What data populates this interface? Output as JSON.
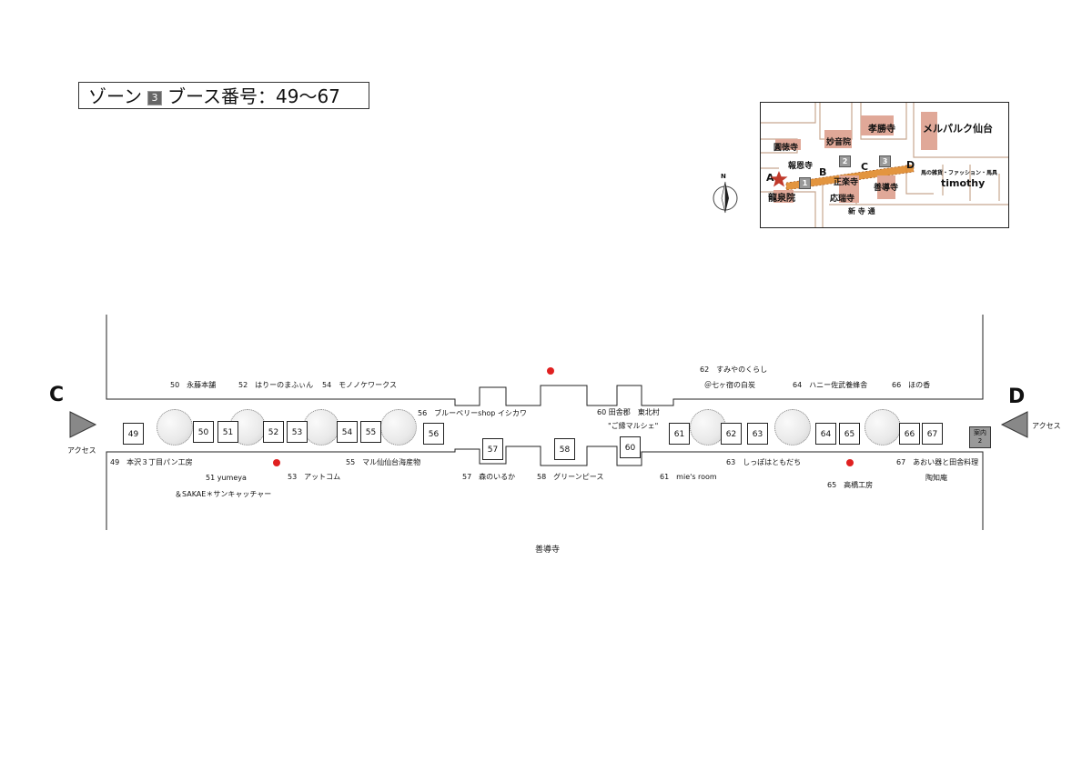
{
  "header": {
    "zone_word": "ゾーン",
    "zone_number": "3",
    "booth_range_label": "ブース番号：49～67"
  },
  "ends": {
    "left_letter": "C",
    "right_letter": "D",
    "access_label": "アクセス"
  },
  "compass": {
    "north": "N"
  },
  "bottom_landmark": "善導寺",
  "inset_map": {
    "letters": [
      "A",
      "B",
      "C",
      "D"
    ],
    "zone_squares": [
      "1",
      "2",
      "3"
    ],
    "places": {
      "kotoji": "孝勝寺",
      "melpark": "メルパルク仙台",
      "myoonin": "妙音院",
      "entokuji": "圓徳寺",
      "hoonji": "報恩寺",
      "ryusenin": "龍泉院",
      "shorakuji": "正楽寺",
      "ozuiji": "応瑞寺",
      "zendoji": "善導寺",
      "shop_note": "馬の雑貨・ファッション・馬具",
      "timothy": "timothy",
      "street": "新 寺 通"
    }
  },
  "booths": [
    "49",
    "50",
    "51",
    "52",
    "53",
    "54",
    "55",
    "56",
    "57",
    "58",
    "60",
    "61",
    "62",
    "63",
    "64",
    "65",
    "66",
    "67"
  ],
  "info_booth": {
    "line1": "案内",
    "line2": "2"
  },
  "labels": {
    "l50": "50　永藤本舗",
    "l52": "52　はりーのまふぃん",
    "l54": "54　モノノケワークス",
    "l56": "56　ブルーベリーshop イシカワ",
    "l60a": "60 田舎郡　東北村",
    "l60b": "\"ご縁マルシェ\"",
    "l62a": "62　すみやのくらし",
    "l62b": "＠七ヶ宿の白炭",
    "l64": "64　ハニー佐武養蜂舎",
    "l66": "66　ほの香",
    "l49": "49　本沢３丁目パン工房",
    "l51": "51 yumeya",
    "l51b": "＆SAKAE＊サンキャッチャー",
    "l53": "53　アットコム",
    "l55": "55　マル仙仙台海産物",
    "l57": "57　森のいるか",
    "l58": "58　グリーンピース",
    "l61": "61　mie's room",
    "l63": "63　しっぽはともだち",
    "l65": "65　高橋工房",
    "l67": "67　あおい器と田舎料理",
    "l67b": "陶知庵"
  }
}
